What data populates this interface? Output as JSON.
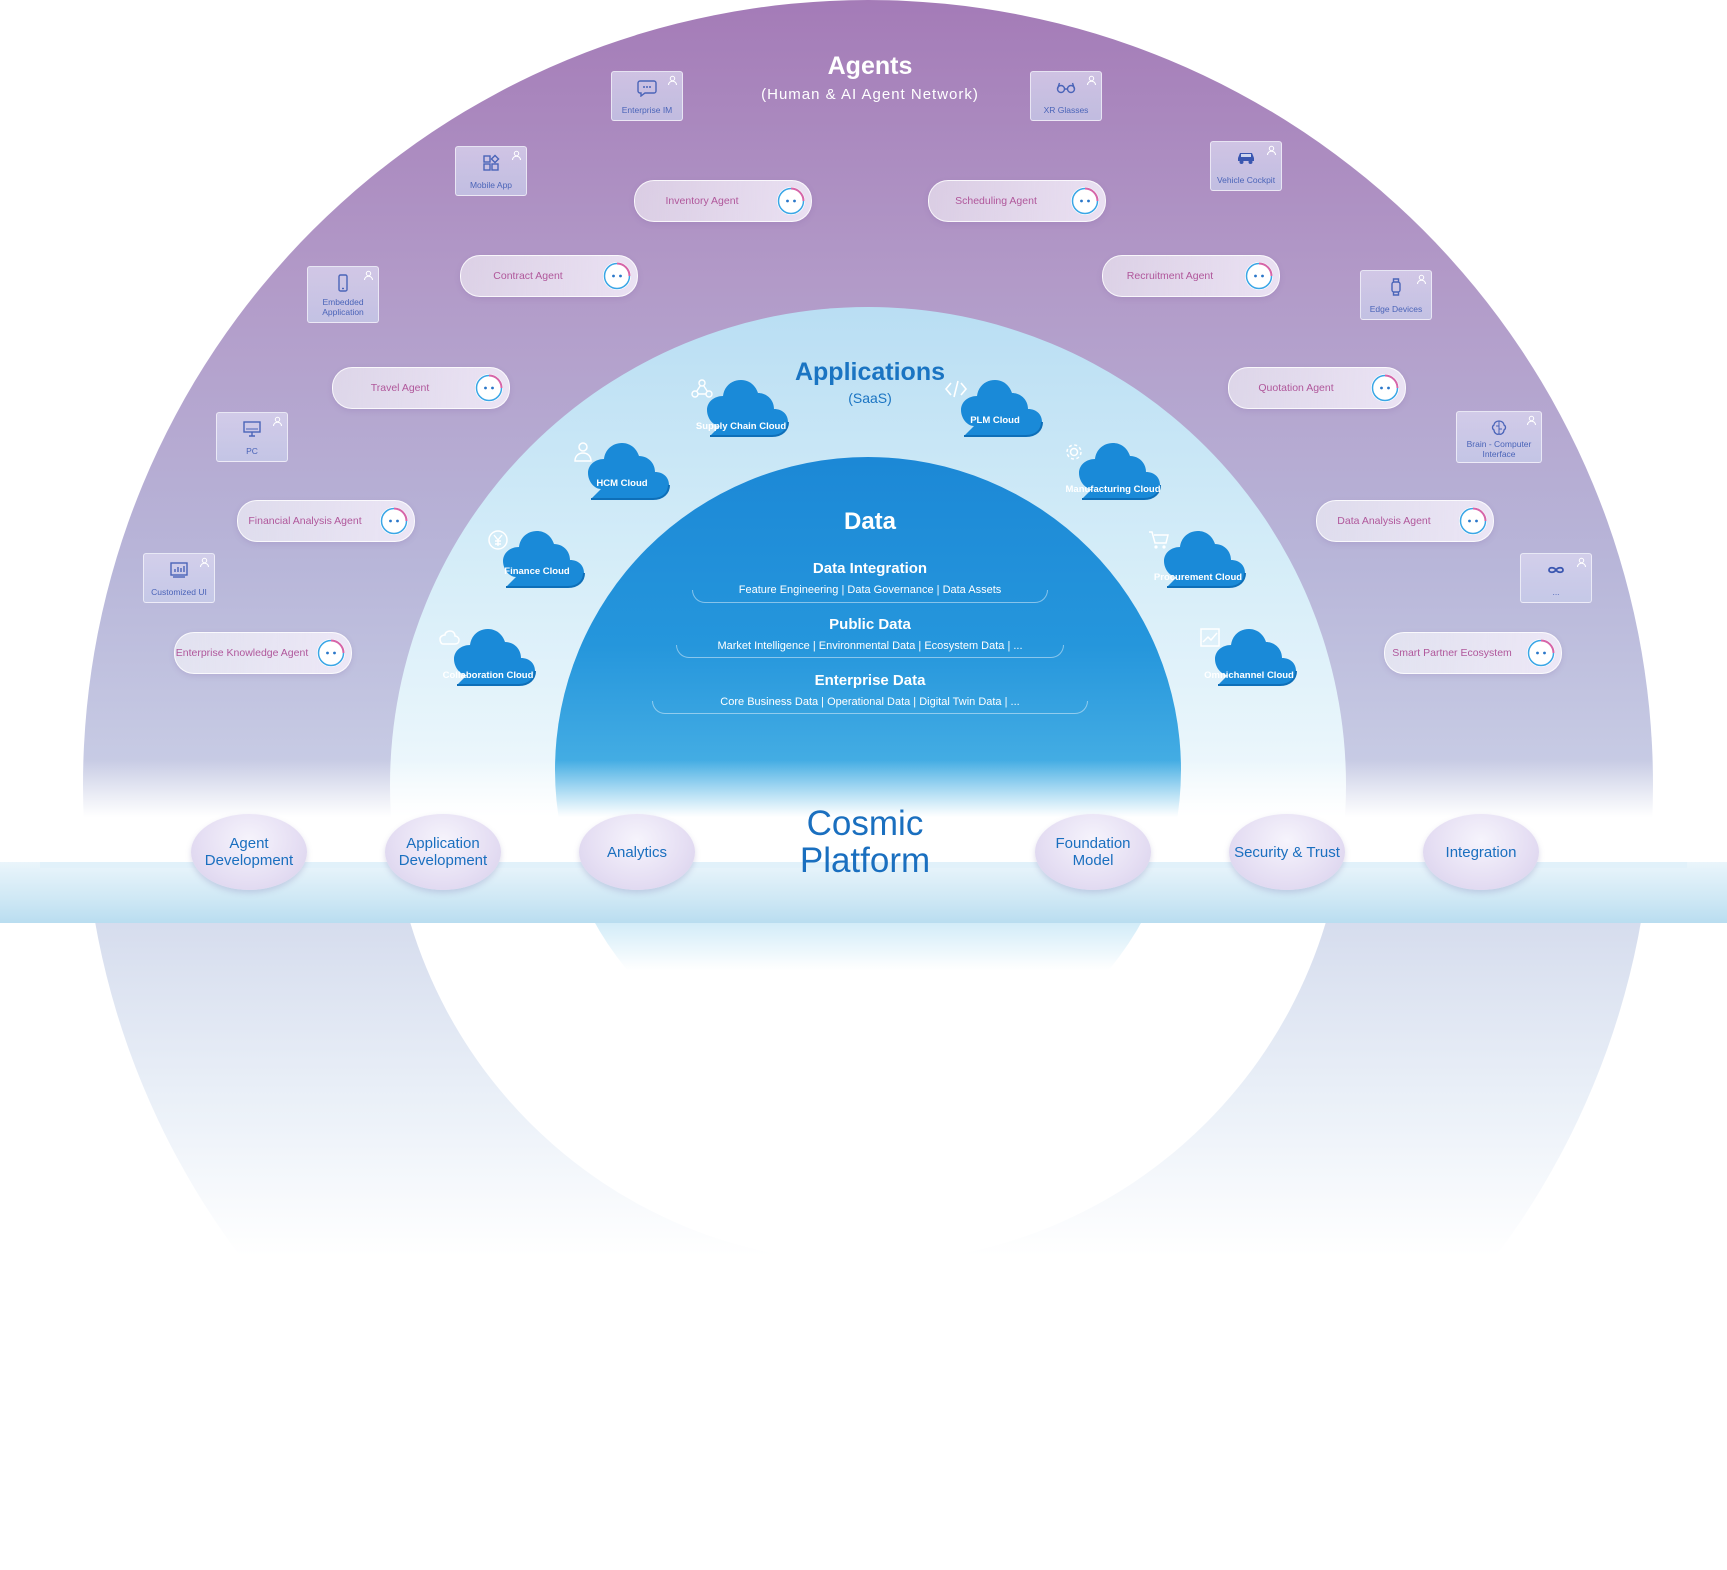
{
  "agents_layer": {
    "title": "Agents",
    "subtitle": "(Human & AI Agent Network)",
    "agents": [
      {
        "label": "Inventory Agent"
      },
      {
        "label": "Scheduling Agent"
      },
      {
        "label": "Contract Agent"
      },
      {
        "label": "Recruitment Agent"
      },
      {
        "label": "Travel  Agent"
      },
      {
        "label": "Quotation Agent"
      },
      {
        "label": "Financial Analysis Agent"
      },
      {
        "label": "Data Analysis Agent"
      },
      {
        "label": "Enterprise Knowledge Agent"
      },
      {
        "label": "Smart Partner Ecosystem"
      }
    ],
    "devices": [
      {
        "label": "Enterprise IM",
        "icon": "chat-bubble-icon"
      },
      {
        "label": "XR Glasses",
        "icon": "glasses-icon"
      },
      {
        "label": "Mobile App",
        "icon": "apps-grid-icon"
      },
      {
        "label": "Vehicle Cockpit",
        "icon": "car-icon"
      },
      {
        "label": "Embedded Application",
        "icon": "phone-icon"
      },
      {
        "label": "Edge Devices",
        "icon": "watch-icon"
      },
      {
        "label": "PC",
        "icon": "monitor-icon"
      },
      {
        "label": "Brain - Computer Interface",
        "icon": "brain-icon"
      },
      {
        "label": "Customized UI",
        "icon": "dashboard-icon"
      },
      {
        "label": "...",
        "icon": "infinity-icon"
      }
    ]
  },
  "applications_layer": {
    "title": "Applications",
    "subtitle": "(SaaS)",
    "clouds": [
      {
        "label": "Supply Chain Cloud",
        "icon": "network-nodes-icon"
      },
      {
        "label": "PLM Cloud",
        "icon": "code-icon"
      },
      {
        "label": "HCM Cloud",
        "icon": "person-icon"
      },
      {
        "label": "Manufacturing Cloud",
        "icon": "gear-icon"
      },
      {
        "label": "Finance Cloud",
        "icon": "yen-icon"
      },
      {
        "label": "Procurement Cloud",
        "icon": "cart-icon"
      },
      {
        "label": "Collaboration Cloud",
        "icon": "cloud-icon"
      },
      {
        "label": "Omnichannel Cloud",
        "icon": "trend-chart-icon"
      }
    ]
  },
  "data_layer": {
    "title": "Data",
    "rows": [
      {
        "title": "Data Integration",
        "items": "Feature Engineering | Data Governance | Data Assets"
      },
      {
        "title": "Public Data",
        "items": "Market Intelligence | Environmental Data | Ecosystem Data | ..."
      },
      {
        "title": "Enterprise Data",
        "items": "Core Business Data | Operational Data | Digital Twin Data | ..."
      }
    ]
  },
  "platform": {
    "title": "Cosmic Platform",
    "buttons": [
      {
        "label": "Agent Development"
      },
      {
        "label": "Application Development"
      },
      {
        "label": "Analytics"
      },
      {
        "label": "Foundation Model"
      },
      {
        "label": "Security & Trust"
      },
      {
        "label": "Integration"
      }
    ]
  },
  "colors": {
    "agent_text": "#b0579b",
    "device_text": "#4a64b8",
    "app_title": "#1a74c2",
    "cloud_fill": "#1a8ad8",
    "platform_text": "#1a6fbf",
    "dome_top": "#a47bb7"
  }
}
